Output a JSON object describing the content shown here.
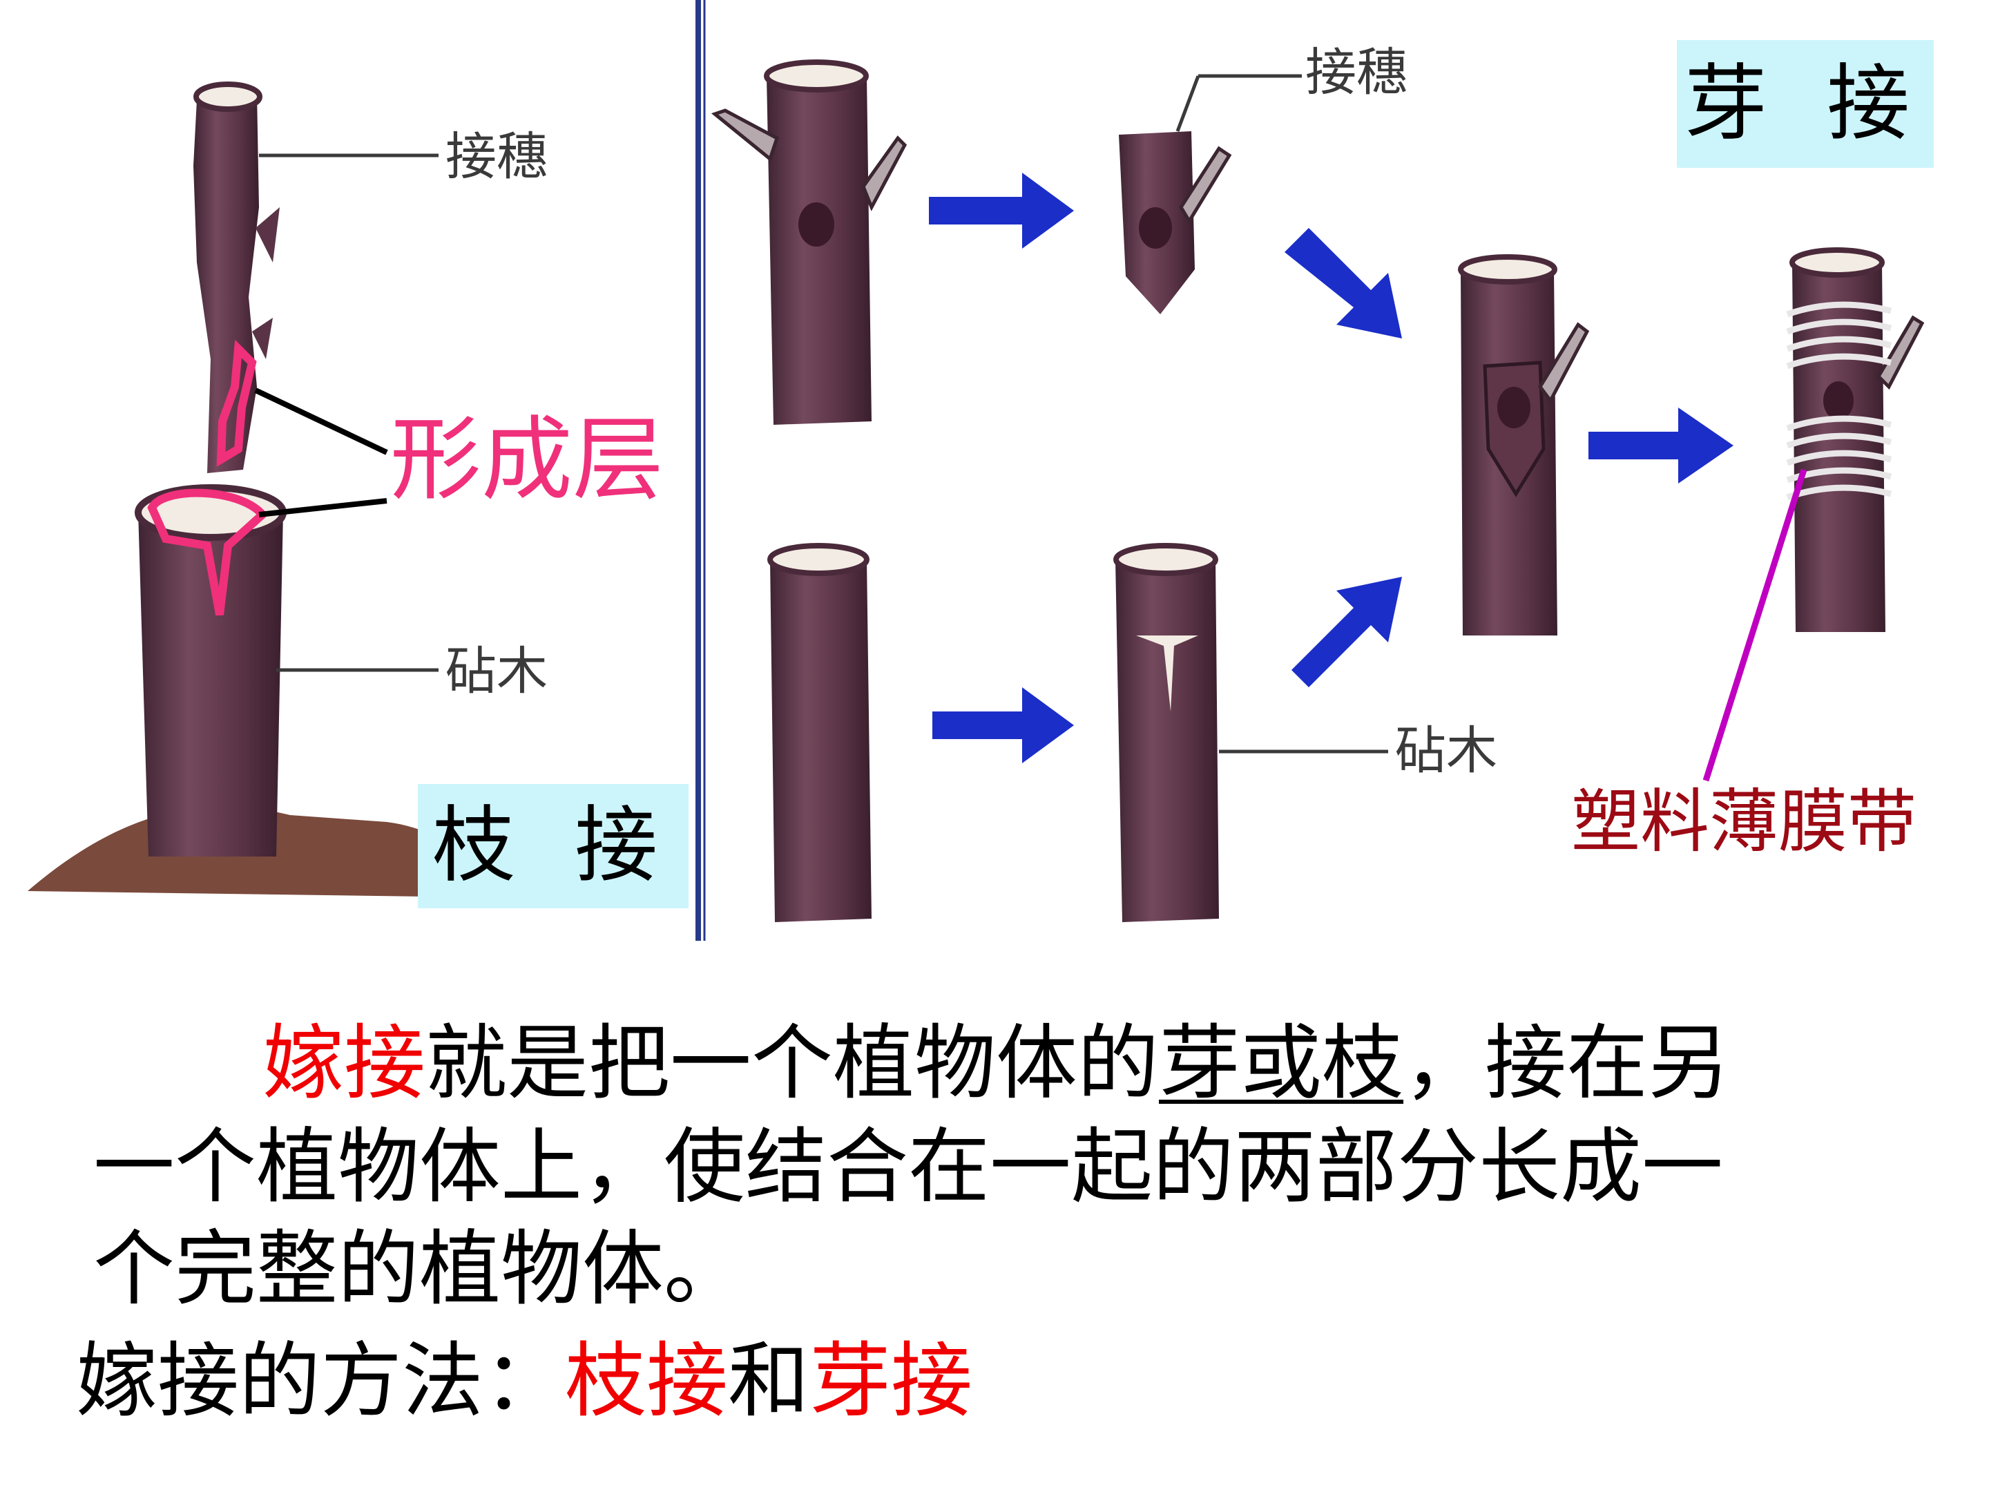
{
  "diagram": {
    "scion_label": "接穗",
    "cambium_label": "形成层",
    "rootstock_label": "砧木",
    "branch_box": "枝 接",
    "bud_box": "芽 接",
    "film_label": "塑料薄膜带",
    "colors": {
      "branch_bark": "#6b4455",
      "arrow_blue": "#1b2ec8",
      "cambium_pink": "#f0307a",
      "film_line": "#c000c0",
      "film_text": "#9c0a14",
      "box_bg": "#ccf5fb",
      "divider": "#27398a"
    }
  },
  "text": {
    "p1_line1": {
      "term": "嫁接",
      "mid": "就是把一个植物体的",
      "underlined": "芽或枝",
      "end": "，接在另"
    },
    "p1_line2": "一个植物体上，使结合在一起的两部分长成一",
    "p1_line3": "个完整的植物体。",
    "p2": {
      "prefix": "嫁接的方法：",
      "method1": "枝接",
      "conj": "和",
      "method2": "芽接"
    }
  }
}
